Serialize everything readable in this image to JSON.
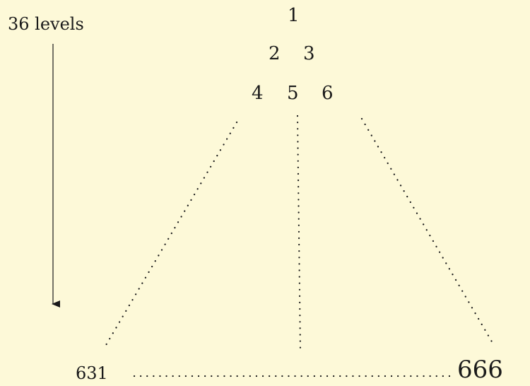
{
  "diagram": {
    "levels_label": "36 levels",
    "rows": [
      [
        "1"
      ],
      [
        "2",
        "3"
      ],
      [
        "4",
        "5",
        "6"
      ]
    ],
    "bottom_left": "631",
    "bottom_right": "666",
    "colors": {
      "background": "#fdf9d8",
      "ink": "#1a1a1a"
    }
  }
}
